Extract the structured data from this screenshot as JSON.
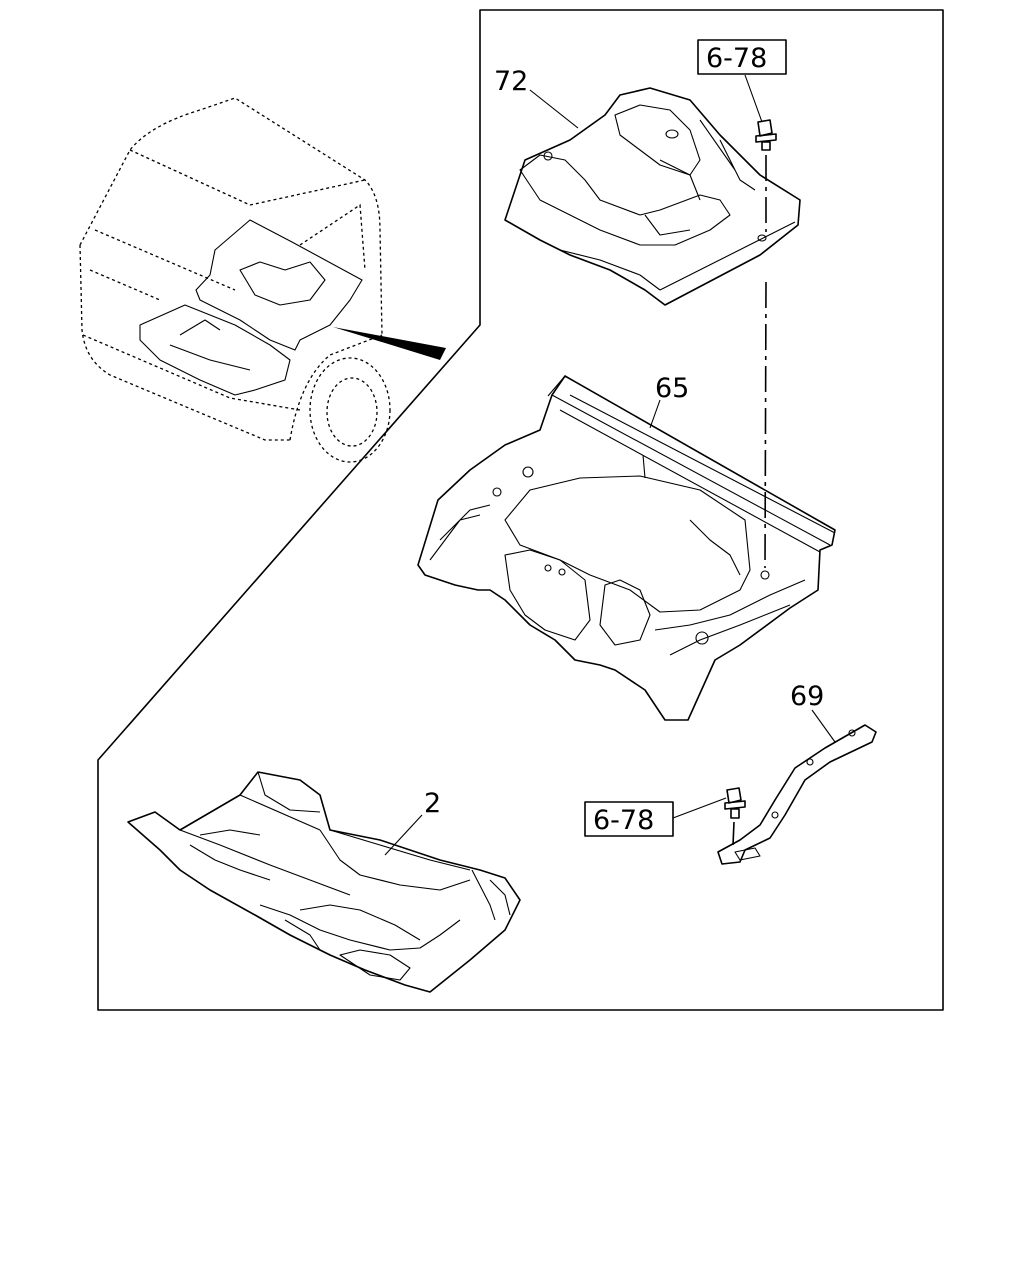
{
  "callouts": {
    "part_72": "72",
    "part_65": "65",
    "part_69": "69",
    "part_2": "2",
    "ref_top": "6-78",
    "ref_bottom": "6-78"
  },
  "colors": {
    "line": "#000000",
    "background": "#ffffff"
  }
}
